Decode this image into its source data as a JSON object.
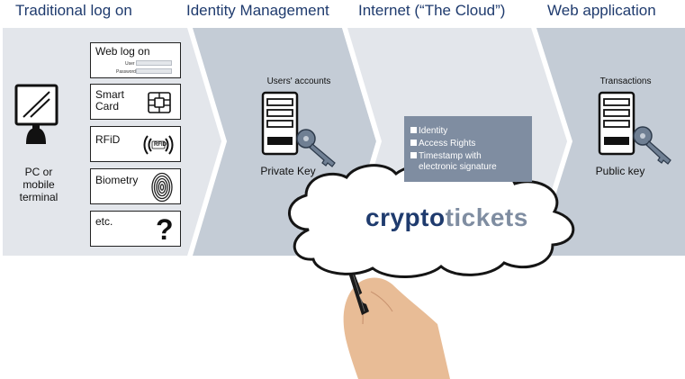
{
  "headers": {
    "traditional": "Traditional log on",
    "identity": "Identity Management",
    "internet": "Internet (“The Cloud”)",
    "webapp": "Web application"
  },
  "terminal": {
    "line1": "PC or",
    "line2": "mobile",
    "line3": "terminal"
  },
  "cards": {
    "weblogon": {
      "title": "Web log on",
      "user": "User",
      "password": "Password"
    },
    "smartcard": {
      "line1": "Smart",
      "line2": "Card"
    },
    "rfid": {
      "title": "RFiD",
      "badge": "RFID"
    },
    "biometry": {
      "title": "Biometry"
    },
    "etc": {
      "title": "etc.",
      "symbol": "?"
    }
  },
  "identity": {
    "caption": "Users' accounts",
    "key_label": "Private Key"
  },
  "cloud": {
    "items": [
      "Identity",
      "Access Rights",
      "Timestamp with",
      "electronic signature"
    ],
    "brand_part1": "crypto",
    "brand_part2": "tickets"
  },
  "webapp": {
    "caption": "Transactions",
    "key_label": "Public key"
  },
  "colors": {
    "band_light": "#e3e6eb",
    "band_mid": "#c4ccd6",
    "navy": "#1f3b6e",
    "infobox": "#7f8da1"
  }
}
